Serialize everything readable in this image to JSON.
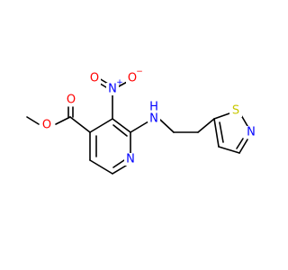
{
  "molecule": {
    "colors": {
      "oxygen": "#ff0000",
      "nitrogen": "#0000ff",
      "sulfur": "#c8c800",
      "carbon": "#000000"
    },
    "atoms": {
      "ester_o_single": "O",
      "ester_o_double": "O",
      "nitro_n": "N",
      "nitro_n_charge": "+",
      "nitro_o_double": "O",
      "nitro_o_single": "O",
      "nitro_o_charge": "−",
      "amine_n": "N",
      "amine_h": "H",
      "pyridine_n": "N",
      "isothiazole_s": "S",
      "isothiazole_n": "N"
    }
  }
}
